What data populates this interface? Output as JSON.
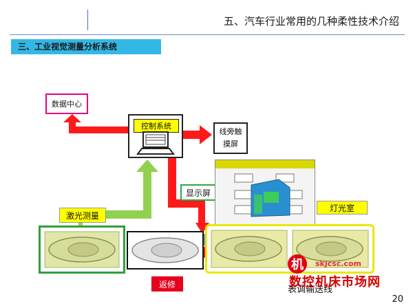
{
  "header": {
    "title": "五、汽车行业常用的几种柔性技术介绍"
  },
  "section": {
    "heading": "三、工业视觉测量分析系统"
  },
  "diagram": {
    "data_center": "数据中心",
    "control_system": "控制系统",
    "touch_screen_line1": "线旁触",
    "touch_screen_line2": "摸屏",
    "display_screen": "显示屏",
    "laser_measure": "激光测量",
    "light_room": "灯光室",
    "repair": "返修",
    "conveyor": "表调输送线"
  },
  "watermark": {
    "glyph": "机",
    "site": "skjcsc.com",
    "name": "数控机床市场网"
  },
  "page": {
    "number": "20"
  },
  "colors": {
    "section_bar": "#33b8e6",
    "arrow_red": "#ff1a1a",
    "arrow_green": "#92d050",
    "frame_green": "#2fa03a",
    "frame_yellow": "#e8e800",
    "repair_red": "#e6001e"
  }
}
